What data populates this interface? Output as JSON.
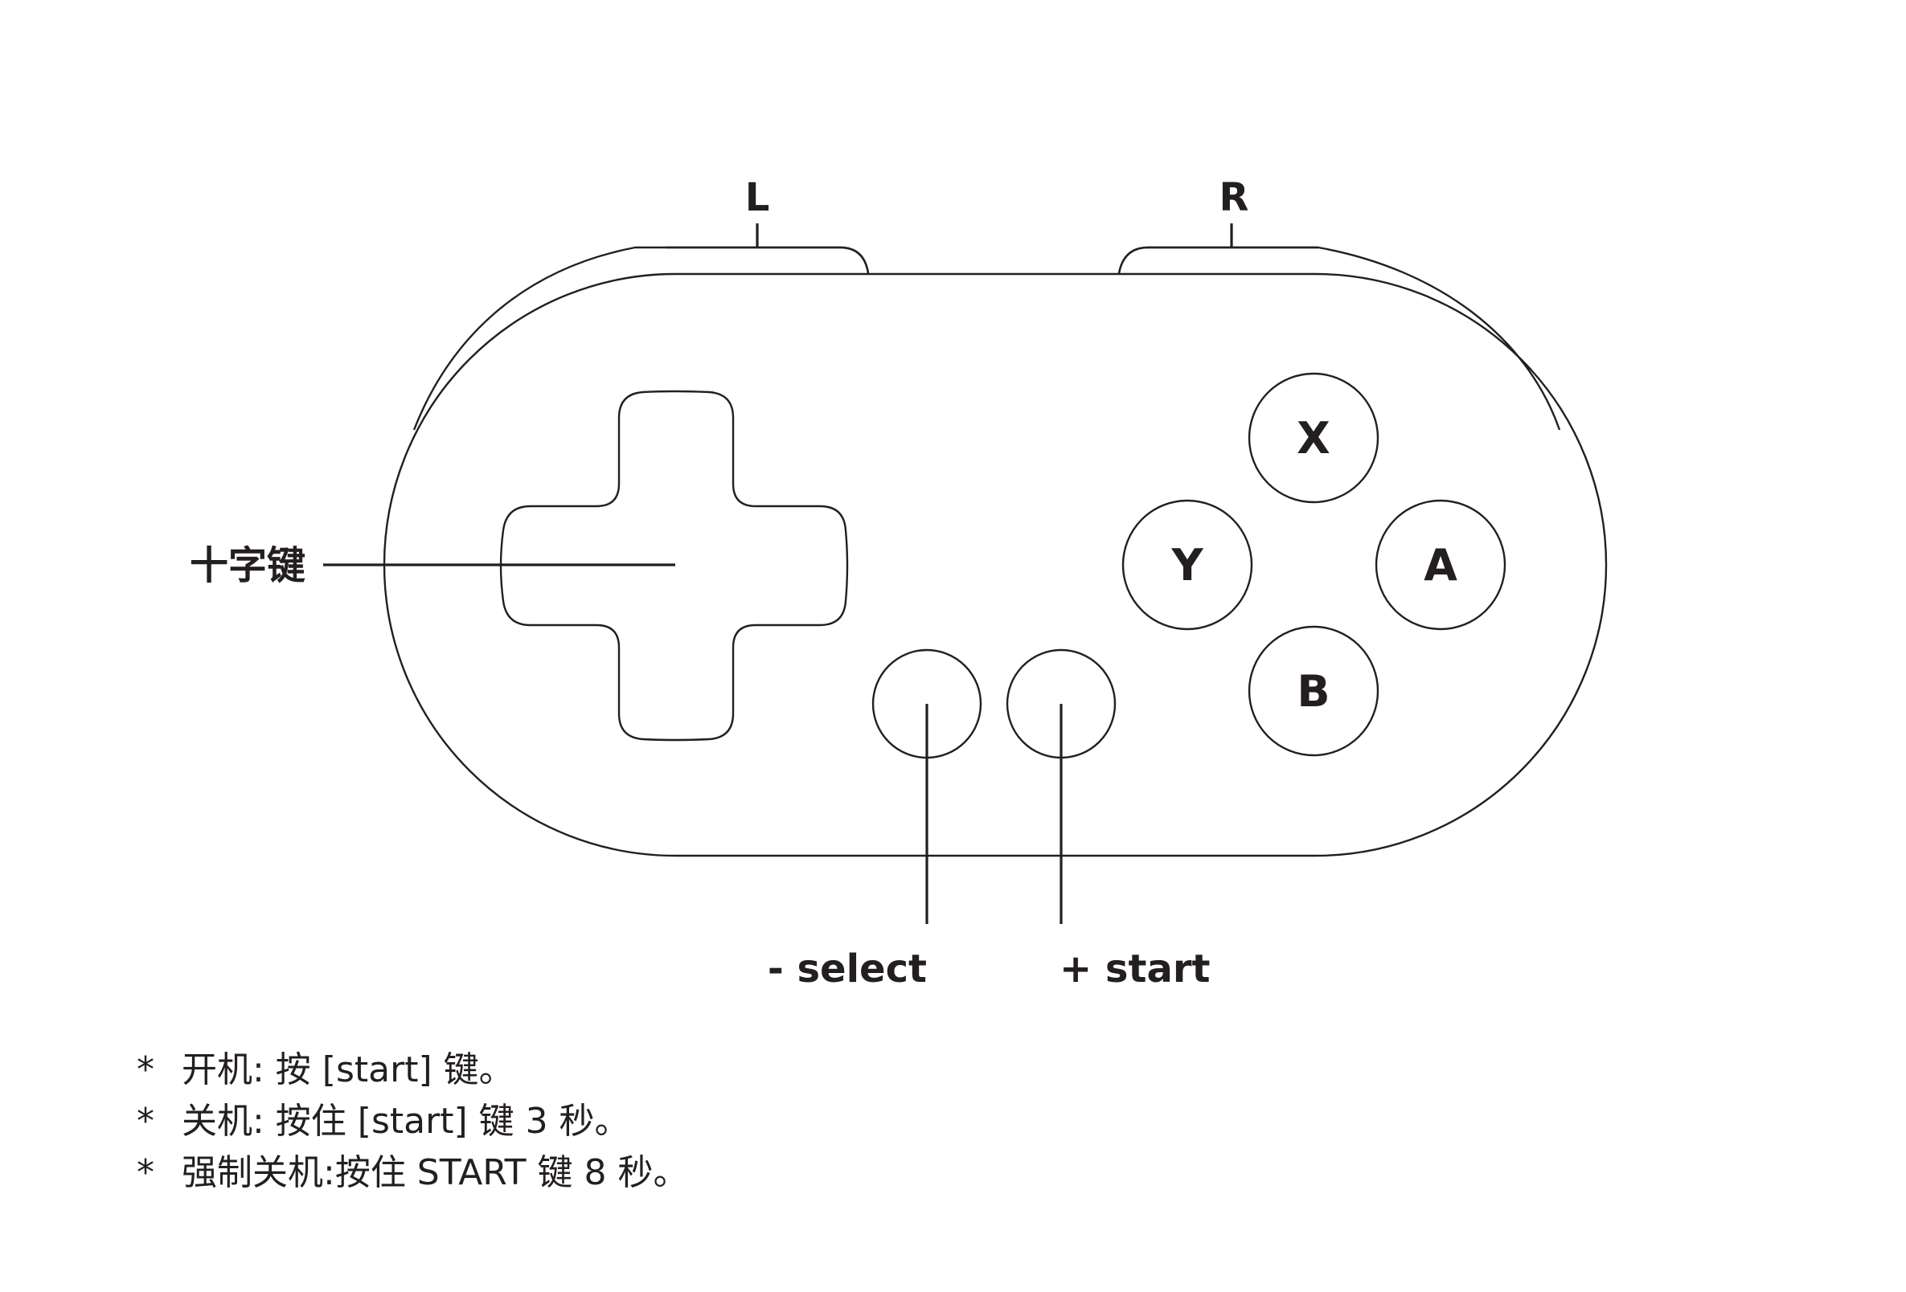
{
  "controller": {
    "shoulder_left": "L",
    "shoulder_right": "R",
    "dpad_label": "十字键",
    "select_label": "- select",
    "start_label": "+ start",
    "face_buttons": {
      "x": "X",
      "y": "Y",
      "a": "A",
      "b": "B"
    }
  },
  "notes": [
    {
      "bullet": "*",
      "text": "开机: 按 [start] 键。"
    },
    {
      "bullet": "*",
      "text": "关机: 按住 [start] 键 3 秒。"
    },
    {
      "bullet": "*",
      "text": "强制关机:按住 START 键 8 秒。"
    }
  ],
  "colors": {
    "line": "#231f20",
    "background": "#ffffff"
  }
}
